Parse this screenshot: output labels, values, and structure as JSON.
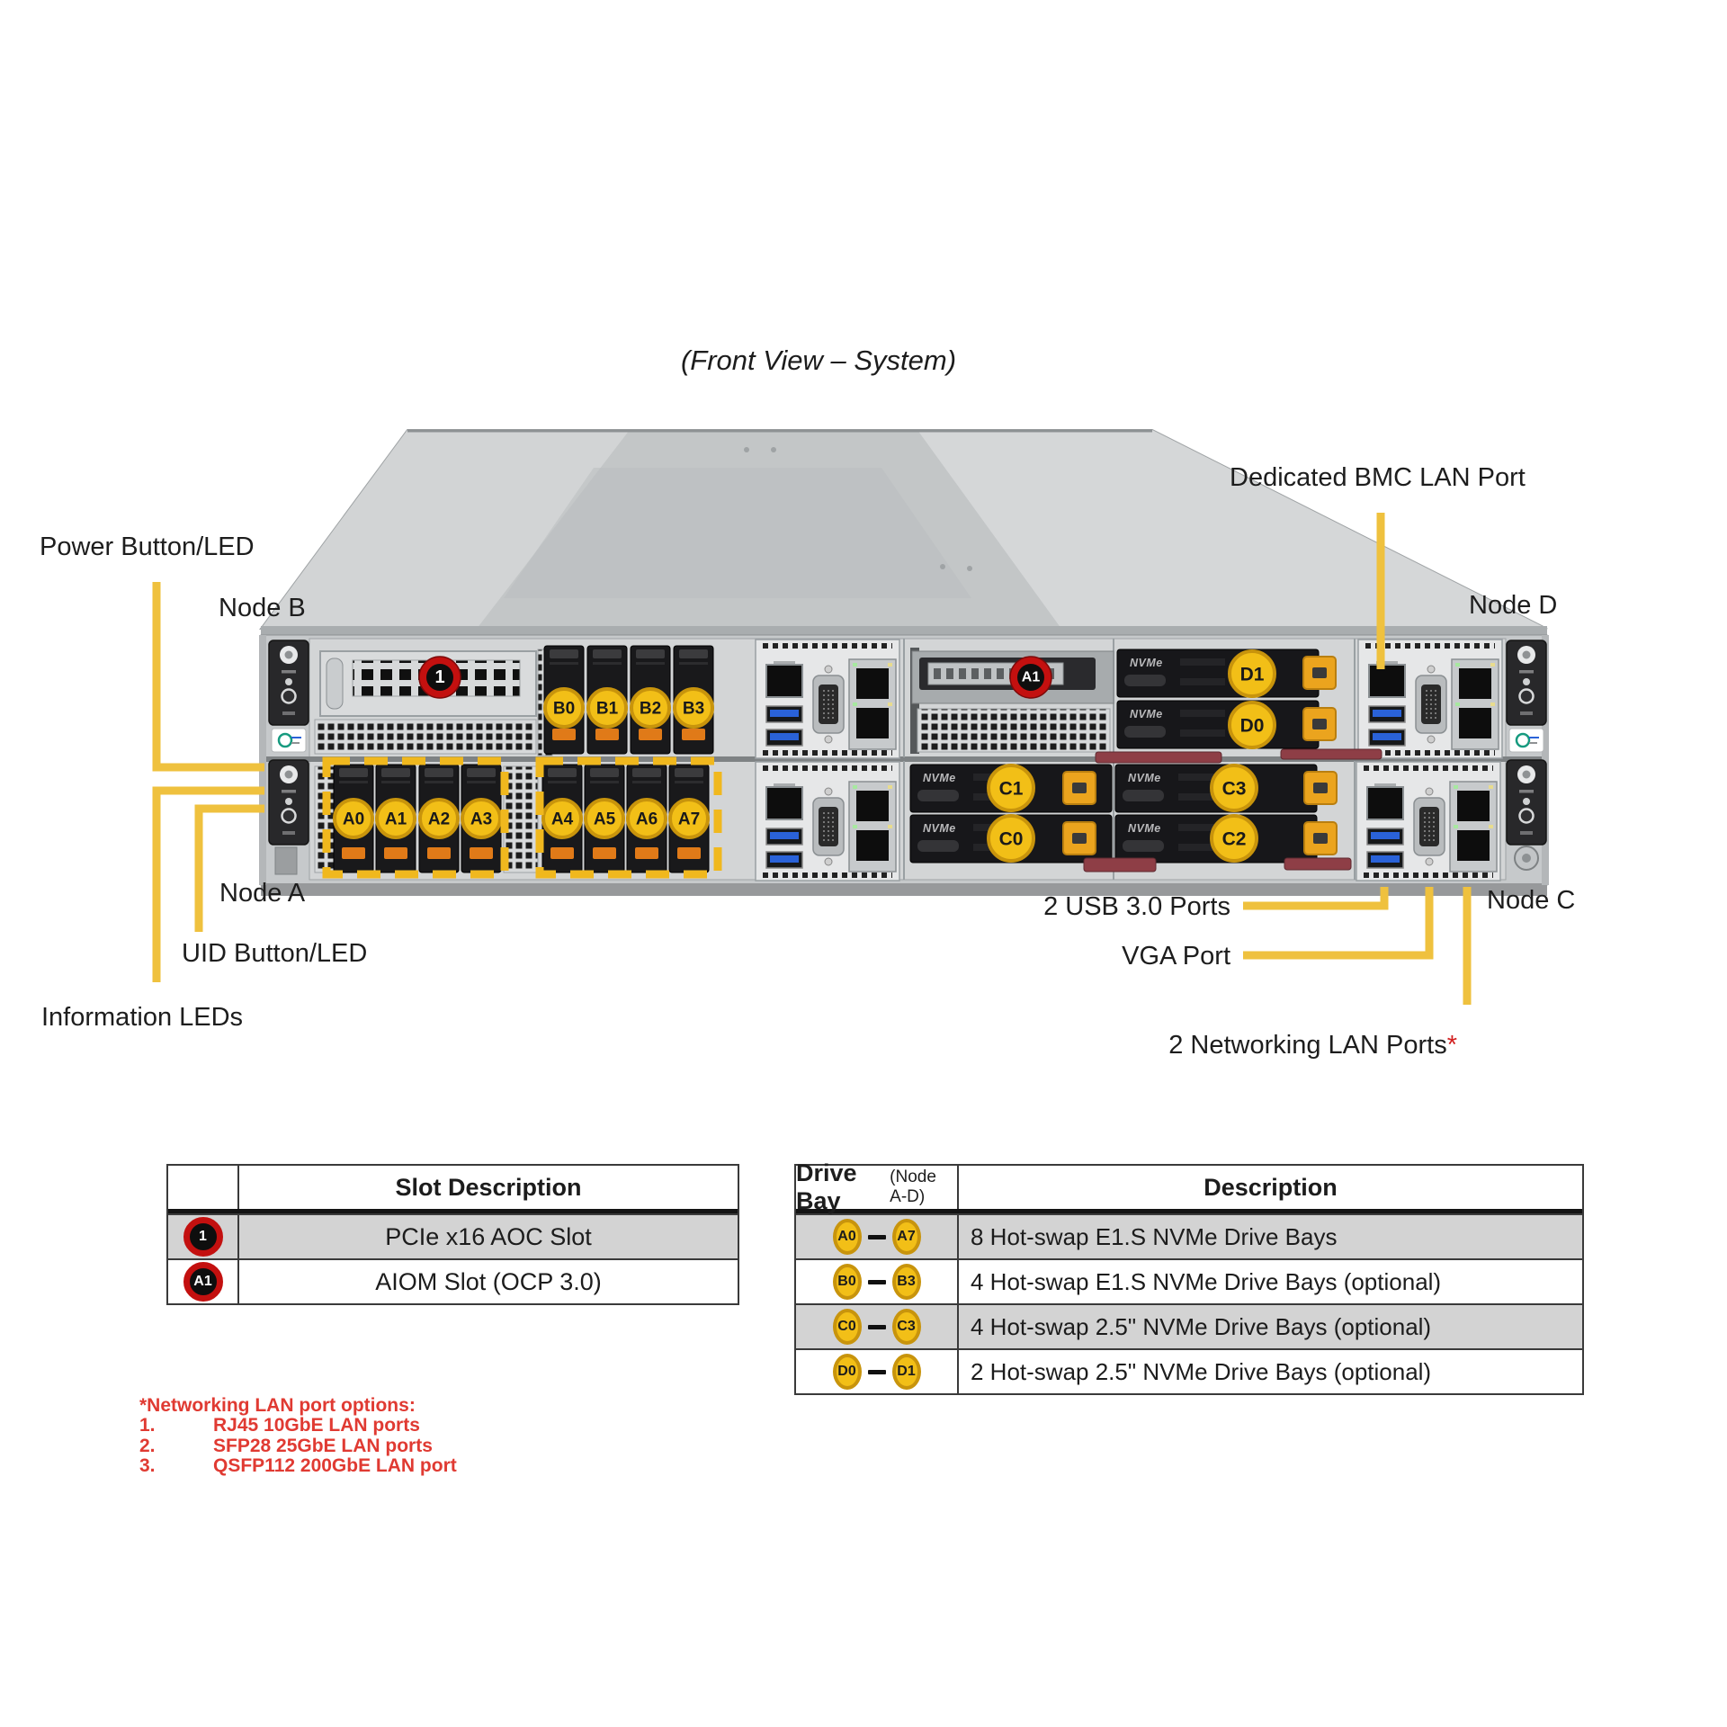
{
  "title": "(Front View – System)",
  "callouts": {
    "power_button": "Power Button/LED",
    "node_b": "Node B",
    "node_d": "Node D",
    "bmc_lan": "Dedicated BMC LAN Port",
    "node_a": "Node A",
    "uid_button": "UID Button/LED",
    "information_leds": "Information LEDs",
    "usb_ports": "2 USB 3.0 Ports",
    "vga_port": "VGA Port",
    "node_c": "Node C",
    "networking_lan": "2 Networking LAN Ports",
    "networking_lan_mark": "*"
  },
  "chassis": {
    "nvme_label": "NVMe",
    "pcie_slot_badge": "1",
    "aiom_slot_badge": "A1",
    "bays_a": [
      "A0",
      "A1",
      "A2",
      "A3",
      "A4",
      "A5",
      "A6",
      "A7"
    ],
    "bays_b": [
      "B0",
      "B1",
      "B2",
      "B3"
    ],
    "bays_c": [
      "C1",
      "C0",
      "C3",
      "C2"
    ],
    "bays_d": [
      "D1",
      "D0"
    ]
  },
  "slot_table": {
    "header": "Slot Description",
    "rows": [
      {
        "badge": "1",
        "description": "PCIe x16 AOC Slot"
      },
      {
        "badge": "A1",
        "description": "AIOM Slot (OCP 3.0)"
      }
    ]
  },
  "drive_bay_table": {
    "header_bay": "Drive Bay",
    "header_bay_note": "(Node A-D)",
    "header_description": "Description",
    "rows": [
      {
        "from": "A0",
        "to": "A7",
        "description": "8 Hot-swap E1.S NVMe Drive Bays"
      },
      {
        "from": "B0",
        "to": "B3",
        "description": "4 Hot-swap E1.S NVMe Drive Bays (optional)"
      },
      {
        "from": "C0",
        "to": "C3",
        "description": "4 Hot-swap 2.5\" NVMe Drive Bays (optional)"
      },
      {
        "from": "D0",
        "to": "D1",
        "description": "2 Hot-swap 2.5\" NVMe Drive Bays (optional)"
      }
    ]
  },
  "footnote": {
    "heading": "*Networking LAN port options:",
    "items": [
      {
        "number": "1.",
        "text": "RJ45 10GbE LAN ports"
      },
      {
        "number": "2.",
        "text": "SFP28 25GbE LAN ports"
      },
      {
        "number": "3.",
        "text": "QSFP112 200GbE LAN port"
      }
    ]
  },
  "colors": {
    "callout_line": "#EFC13E",
    "badge_yellow": "#F2BF17",
    "badge_red": "#C3100F",
    "footnote_red": "#E03A32",
    "table_shade": "#D3D3D3"
  }
}
